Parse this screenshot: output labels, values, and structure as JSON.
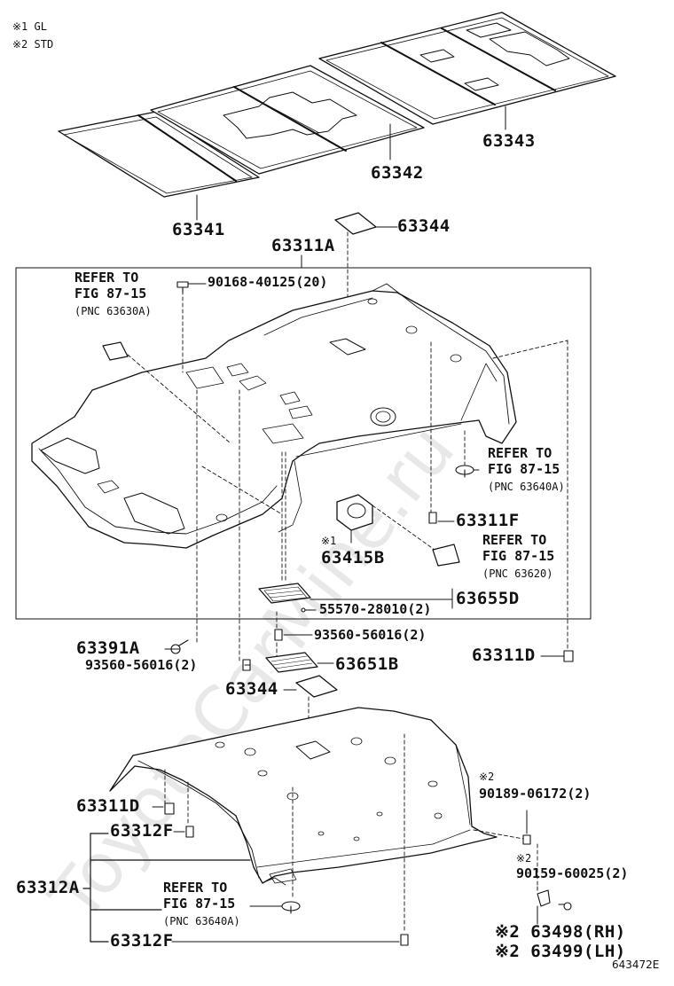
{
  "watermark": "ToyotaCarMine.ru",
  "notes": [
    "※1 GL",
    "※2 STD"
  ],
  "parts": {
    "p63341": "63341",
    "p63342": "63342",
    "p63343": "63343",
    "p63344_top": "63344",
    "p63311A": "63311A",
    "p90168": "90168-40125(20)",
    "p63311F": "63311F",
    "p63415B": "63415B",
    "p63415B_note": "※1",
    "p55570": "55570-28010(2)",
    "p63655D": "63655D",
    "p93560_r": "93560-56016(2)",
    "p63391A": "63391A",
    "p93560_l": "93560-56016(2)",
    "p63651B": "63651B",
    "p63311D_r": "63311D",
    "p63344_bot": "63344",
    "p90189_note": "※2",
    "p90189": "90189-06172(2)",
    "p63311D_l": "63311D",
    "p63312F_top": "63312F",
    "p90159_note": "※2",
    "p90159": "90159-60025(2)",
    "p63312A": "63312A",
    "p63312F_bot": "63312F",
    "p63498": "※2 63498(RH)",
    "p63499": "※2 63499(LH)"
  },
  "refs": {
    "r1": {
      "l1": "REFER TO",
      "l2": "FIG 87-15",
      "l3": "(PNC 63630A)"
    },
    "r2": {
      "l1": "REFER TO",
      "l2": "FIG 87-15",
      "l3": "(PNC 63640A)"
    },
    "r3": {
      "l1": "REFER TO",
      "l2": "FIG 87-15",
      "l3": "(PNC 63620)"
    },
    "r4": {
      "l1": "REFER TO",
      "l2": "FIG 87-15",
      "l3": "(PNC 63640A)"
    }
  },
  "figure_code": "643472E"
}
